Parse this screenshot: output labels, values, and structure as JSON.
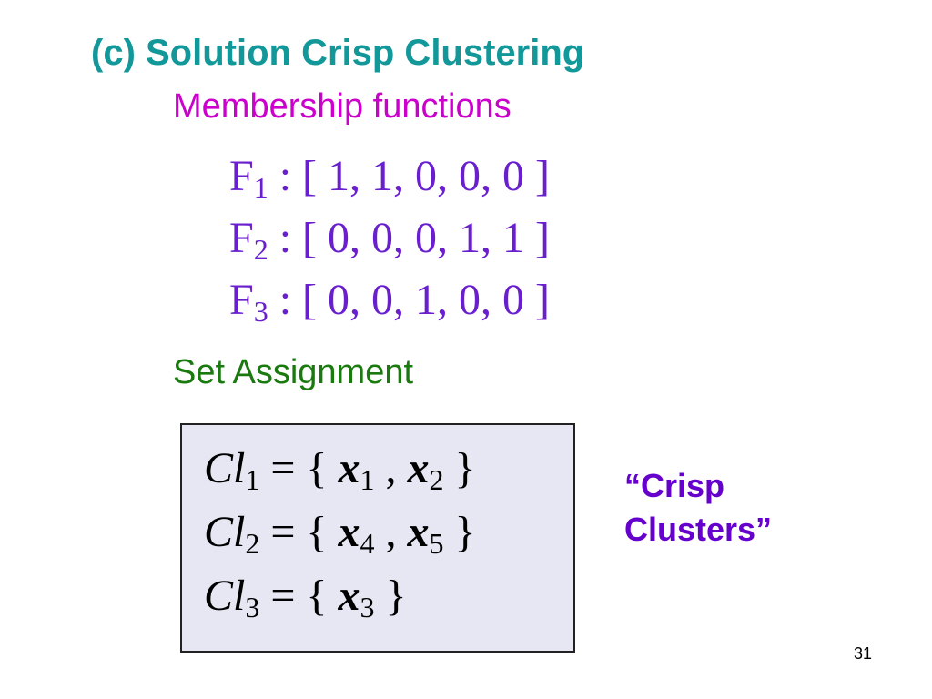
{
  "slide": {
    "title": "(c) Solution Crisp Clustering",
    "membership_title": "Membership functions",
    "membership_rows": [
      {
        "name": "F",
        "sub": "1",
        "values": " : [ 1, 1, 0, 0, 0 ]"
      },
      {
        "name": "F",
        "sub": "2",
        "values": " : [ 0, 0, 0, 1, 1 ]"
      },
      {
        "name": "F",
        "sub": "3",
        "values": " : [ 0, 0, 1, 0, 0 ]"
      }
    ],
    "set_assignment_title": "Set Assignment",
    "clusters": [
      {
        "cl": "Cl",
        "cl_sub": "1",
        "eq": " = { ",
        "x1": "x",
        "x1_sub": "1",
        "sep": " , ",
        "x2": "x",
        "x2_sub": "2",
        "end": " }"
      },
      {
        "cl": "Cl",
        "cl_sub": "2",
        "eq": " = { ",
        "x1": "x",
        "x1_sub": "4",
        "sep": " , ",
        "x2": "x",
        "x2_sub": "5",
        "end": " }"
      },
      {
        "cl": "Cl",
        "cl_sub": "3",
        "eq": " = { ",
        "x1": "x",
        "x1_sub": "3",
        "end": " }"
      }
    ],
    "crisp_label_line1": "“Crisp",
    "crisp_label_line2": "Clusters”",
    "page_number": "31"
  },
  "colors": {
    "title": "#13989a",
    "membership_title": "#cc00cc",
    "membership_rows": "#6a1fcf",
    "set_assignment_title": "#1a7a10",
    "box_background": "#e7e7f3",
    "crisp_label": "#6600cc"
  }
}
